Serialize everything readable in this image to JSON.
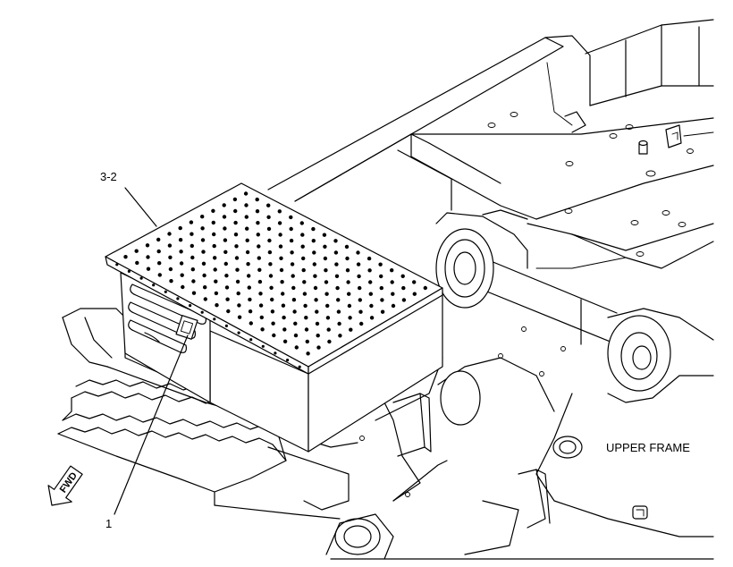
{
  "callouts": [
    {
      "id": "callout-1",
      "text": "1"
    },
    {
      "id": "callout-3-2",
      "text": "3-2"
    }
  ],
  "labels": {
    "upper_frame": "UPPER FRAME",
    "fwd": "FWD"
  },
  "colors": {
    "line": "#000000",
    "background": "#ffffff"
  }
}
